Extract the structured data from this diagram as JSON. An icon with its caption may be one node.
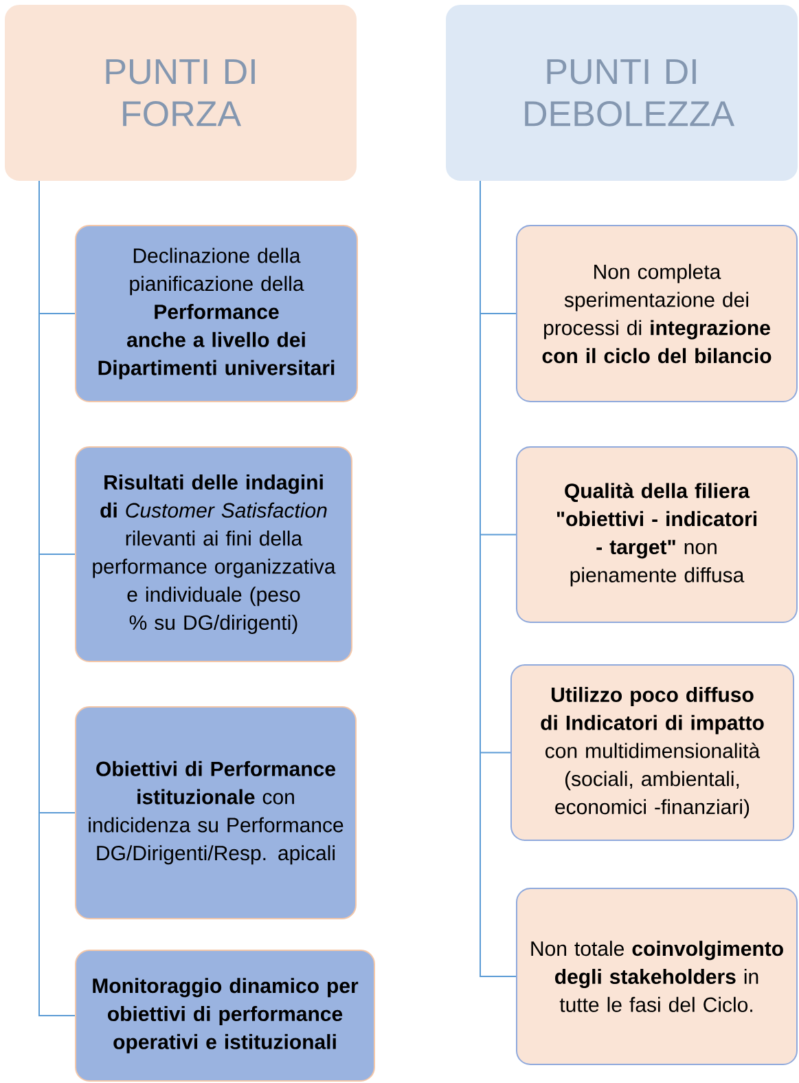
{
  "diagram": {
    "nodes": [
      {
        "text": [
          "PUNTI DI FORZA"
        ]
      },
      {
        "text": [
          "PUNTI DI DEBOLEZZA"
        ]
      },
      {
        "text": [
          "Declinazione della pianificazione della **Performance anche a livello dei Dipartimenti universitari**"
        ]
      },
      {
        "text": [
          "**Risultati delle indagini di** *Customer Satisfaction* rilevanti ai fini della performance organizzativa e individuale (peso % su DG/dirigenti)"
        ]
      },
      {
        "text": [
          "**Obiettivi di Performance istituzionale** con indicidenza su Performance DG/Dirigenti/Resp. apicali"
        ]
      },
      {
        "text": [
          "Monitoraggio dinamico per obiettivi di performance operativi e istituzionali"
        ]
      },
      {
        "text": [
          "Non completa sperimentazione dei processi di **integrazione con il ciclo del bilancio**"
        ]
      },
      {
        "text": [
          "**Qualità della filiera \"obiettivi - indicatori - target\"** non pienamente diffusa"
        ]
      },
      {
        "text": [
          "**Utilizzo poco diffuso di Indicatori di impatto** con multidimensionalità (sociali, ambientali, economici -finanziari)"
        ]
      },
      {
        "text": [
          "Non totale **coinvolgimento degli stakeholders** in tutte le fasi del Ciclo."
        ]
      }
    ],
    "edges": [
      {
        "from": 0,
        "to": 2,
        "arrow": "none"
      },
      {
        "from": 0,
        "to": 3,
        "arrow": "none"
      },
      {
        "from": 0,
        "to": 4,
        "arrow": "none"
      },
      {
        "from": 0,
        "to": 5,
        "arrow": "none"
      },
      {
        "from": 1,
        "to": 6,
        "arrow": "none"
      },
      {
        "from": 1,
        "to": 7,
        "arrow": "none"
      },
      {
        "from": 1,
        "to": 8,
        "arrow": "none"
      },
      {
        "from": 1,
        "to": 9,
        "arrow": "none"
      }
    ]
  }
}
